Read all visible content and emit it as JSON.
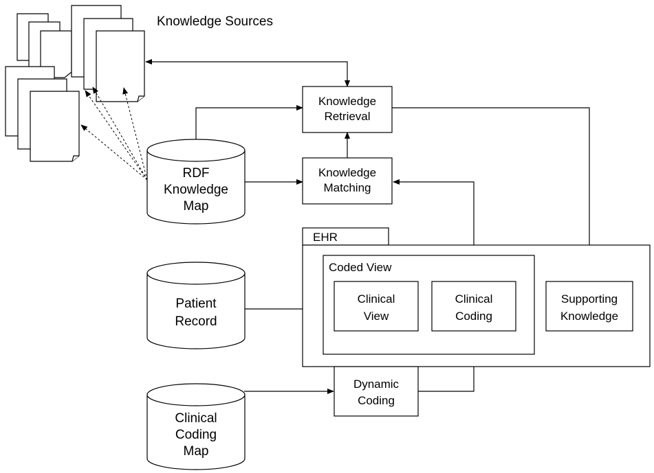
{
  "knowledge_sources": {
    "label": "Knowledge Sources"
  },
  "knowledge_retrieval": {
    "line1": "Knowledge",
    "line2": "Retrieval"
  },
  "knowledge_matching": {
    "line1": "Knowledge",
    "line2": "Matching"
  },
  "rdf_knowledge_map": {
    "line1": "RDF",
    "line2": "Knowledge",
    "line3": "Map"
  },
  "patient_record": {
    "line1": "Patient",
    "line2": "Record"
  },
  "clinical_coding_map": {
    "line1": "Clinical",
    "line2": "Coding",
    "line3": "Map"
  },
  "ehr": {
    "tab_label": "EHR"
  },
  "coded_view": {
    "label": "Coded View"
  },
  "clinical_view": {
    "line1": "Clinical",
    "line2": "View"
  },
  "clinical_coding": {
    "line1": "Clinical",
    "line2": "Coding"
  },
  "supporting_knowledge": {
    "line1": "Supporting",
    "line2": "Knowledge"
  },
  "dynamic_coding": {
    "line1": "Dynamic",
    "line2": "Coding"
  }
}
